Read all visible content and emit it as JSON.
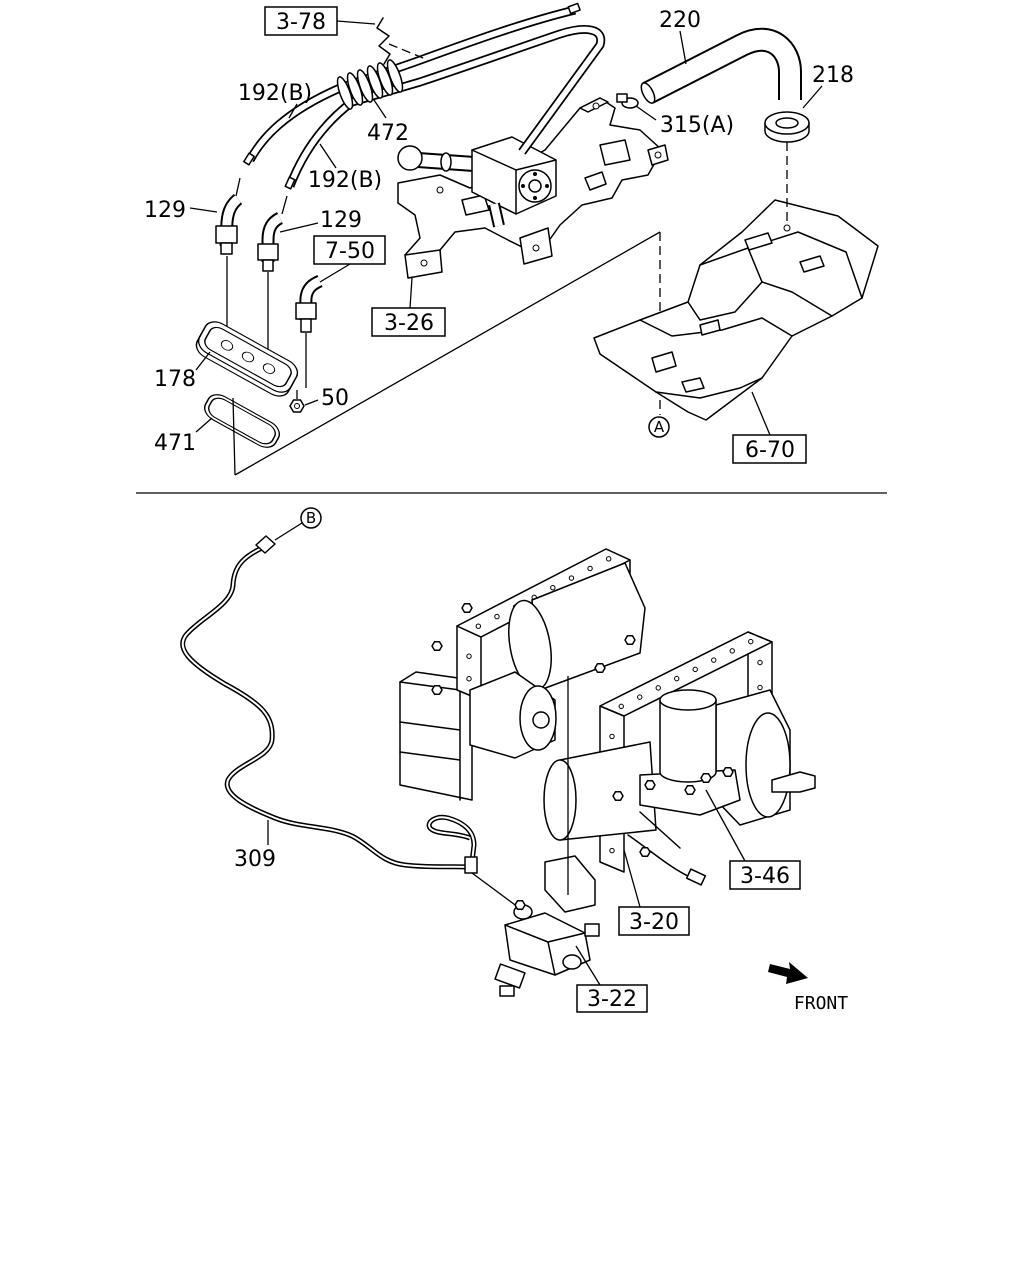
{
  "part_numbers": [
    "220",
    "218",
    "192(B)",
    "472",
    "315(A)",
    "192(B)",
    "129",
    "129",
    "178",
    "50",
    "471",
    "309"
  ],
  "reference_boxes": [
    "3-78",
    "7-50",
    "3-26",
    "6-70",
    "3-46",
    "3-20",
    "3-22"
  ],
  "markers": [
    "A",
    "B"
  ],
  "direction_label": "FRONT"
}
